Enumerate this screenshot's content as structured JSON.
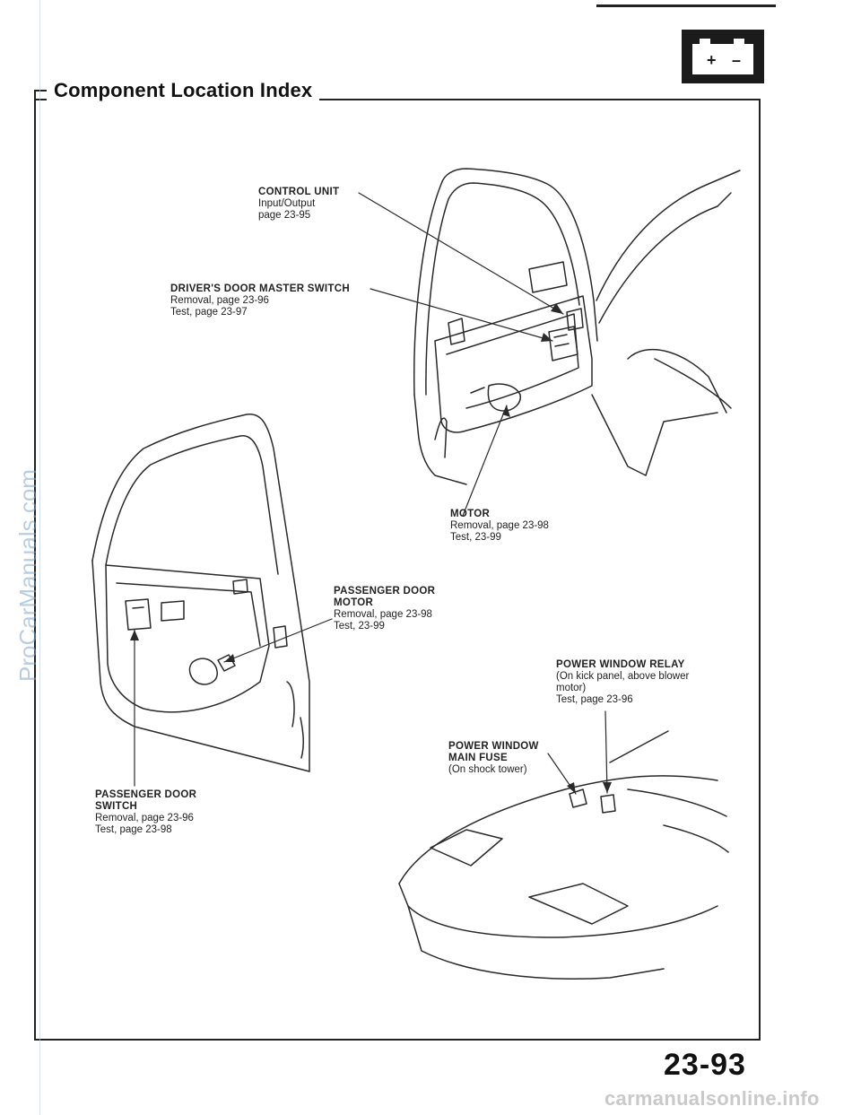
{
  "header": {
    "title": "Component Location Index"
  },
  "callouts": {
    "control_unit": {
      "title": "CONTROL UNIT",
      "line1": "Input/Output",
      "line2": "page 23-95"
    },
    "master_switch": {
      "title": "DRIVER'S DOOR MASTER SWITCH",
      "line1": "Removal, page 23-96",
      "line2": "Test, page 23-97"
    },
    "motor": {
      "title": "MOTOR",
      "line1": "Removal, page 23-98",
      "line2": "Test, 23-99"
    },
    "passenger_motor": {
      "title1": "PASSENGER DOOR",
      "title2": "MOTOR",
      "line1": "Removal, page 23-98",
      "line2": "Test, 23-99"
    },
    "relay": {
      "title": "POWER WINDOW RELAY",
      "line1": "(On kick panel, above blower",
      "line2": "motor)",
      "line3": "Test, page 23-96"
    },
    "main_fuse": {
      "title1": "POWER WINDOW",
      "title2": "MAIN FUSE",
      "line1": "(On shock tower)"
    },
    "passenger_switch": {
      "title1": "PASSENGER DOOR",
      "title2": "SWITCH",
      "line1": "Removal, page 23-96",
      "line2": "Test, page 23-98"
    }
  },
  "battery_icon": {
    "plus": "+",
    "minus": "–"
  },
  "page_number": "23-93",
  "watermark": "ProCarManuals.com",
  "footer_watermark": "carmanualsonline.info"
}
